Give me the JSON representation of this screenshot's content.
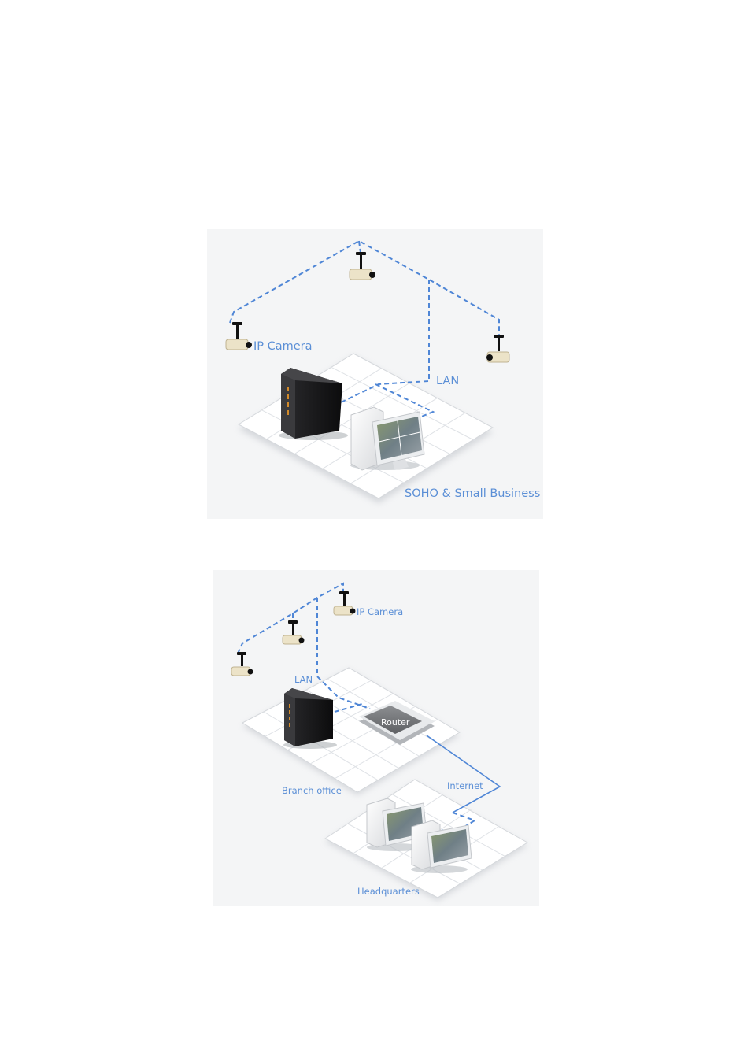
{
  "diagram_soho": {
    "camera_label": "IP Camera",
    "lan_label": "LAN",
    "caption": "SOHO & Small Business",
    "colors": {
      "label": "#5b8fd6",
      "network_line": "#4f86d6",
      "nvr": "#1c1c1e"
    }
  },
  "diagram_remote": {
    "camera_label": "IP Camera",
    "lan_label": "LAN",
    "router_label": "Router",
    "internet_label": "Internet",
    "branch_label": "Branch office",
    "hq_label": "Headquarters",
    "colors": {
      "label": "#5b8fd6",
      "router": "#7b7d80"
    }
  }
}
